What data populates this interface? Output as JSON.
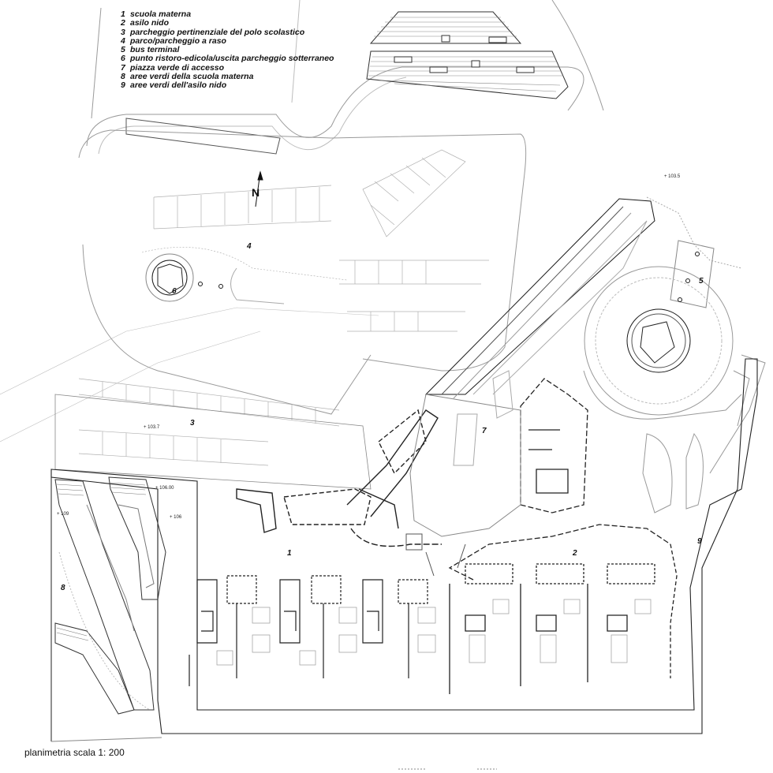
{
  "legend": [
    {
      "num": "1",
      "label": "scuola materna"
    },
    {
      "num": "2",
      "label": "asilo nido"
    },
    {
      "num": "3",
      "label": "parcheggio pertinenziale del polo scolastico"
    },
    {
      "num": "4",
      "label": "parco/parcheggio a raso"
    },
    {
      "num": "5",
      "label": "bus terminal"
    },
    {
      "num": "6",
      "label": "punto ristoro-edicola/uscita parcheggio sotterraneo"
    },
    {
      "num": "7",
      "label": "piazza verde di accesso"
    },
    {
      "num": "8",
      "label": "aree verdi della scuola materna"
    },
    {
      "num": "9",
      "label": "aree verdi dell'asilo nido"
    }
  ],
  "zone_labels": [
    "1",
    "2",
    "3",
    "4",
    "5",
    "6",
    "7",
    "8",
    "9"
  ],
  "elevations": [
    "+ 103.5",
    "+ 103.7",
    "+ 106.00",
    "+ 106",
    "+ 109"
  ],
  "north_label": "N",
  "caption": "planimetria scala 1: 200",
  "colors": {
    "line": "#1a1a1a",
    "faint": "#9a9a9a",
    "background": "#ffffff"
  }
}
